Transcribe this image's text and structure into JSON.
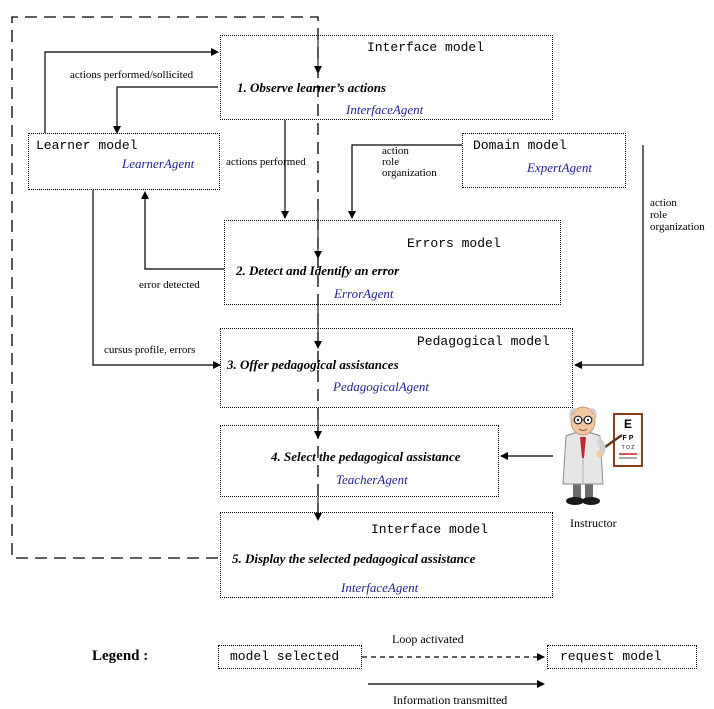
{
  "models": {
    "interface_top": {
      "title": "Interface model",
      "step": "1. Observe learner’s actions",
      "agent": "InterfaceAgent"
    },
    "learner": {
      "title": "Learner model",
      "agent": "LearnerAgent"
    },
    "domain": {
      "title": "Domain model",
      "agent": "ExpertAgent"
    },
    "errors": {
      "title": "Errors model",
      "step": "2. Detect and Identify an error",
      "agent": "ErrorAgent"
    },
    "pedagogical": {
      "title": "Pedagogical model",
      "step": "3. Offer pedagogical assistances",
      "agent": "PedagogicalAgent"
    },
    "teacher": {
      "step": "4. Select the pedagogical assistance",
      "agent": "TeacherAgent"
    },
    "interface_bottom": {
      "title": "Interface model",
      "step": "5. Display the selected pedagogical assistance",
      "agent": "InterfaceAgent"
    }
  },
  "labels": {
    "actions_performed_sollicited": "actions performed/sollicited",
    "actions_performed": "actions performed",
    "domain_to_errors": [
      "action",
      "role",
      "organization"
    ],
    "domain_to_pedagogical": [
      "action",
      "role",
      "organization"
    ],
    "error_detected": "error detected",
    "cursus_profile_errors": "cursus profile, errors",
    "instructor": "Instructor"
  },
  "legend": {
    "title": "Legend :",
    "model_selected": "model selected",
    "request_model": "request model",
    "loop_activated": "Loop activated",
    "information_transmitted": "Information transmitted"
  },
  "eye_chart": [
    "E",
    "F P",
    "T O Z"
  ]
}
